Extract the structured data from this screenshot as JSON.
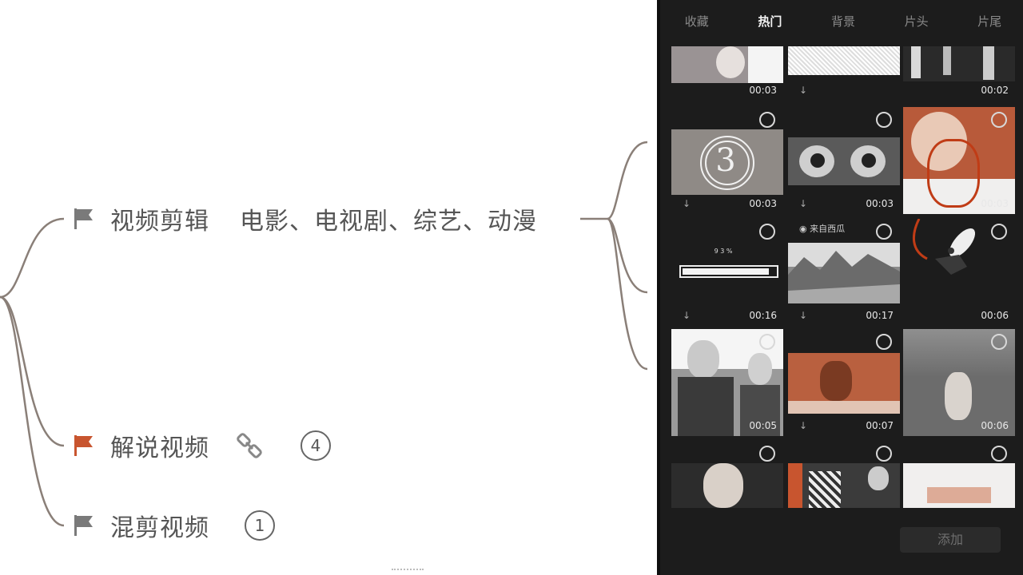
{
  "mindmap": {
    "nodes": [
      {
        "label": "视频剪辑",
        "extra": "电影、电视剧、综艺、动漫",
        "flag_color": "#7a7a7a"
      },
      {
        "label": "解说视频",
        "badge": "4",
        "flag_color": "#c8552f",
        "has_link_icon": true
      },
      {
        "label": "混剪视频",
        "badge": "1",
        "flag_color": "#7a7a7a"
      }
    ]
  },
  "phone": {
    "tabs": [
      {
        "label": "收藏",
        "active": false
      },
      {
        "label": "热门",
        "active": true
      },
      {
        "label": "背景",
        "active": false
      },
      {
        "label": "片头",
        "active": false
      },
      {
        "label": "片尾",
        "active": false
      }
    ],
    "clips": [
      {
        "duration": "00:03",
        "style": "portrait"
      },
      {
        "duration": "",
        "style": "checker"
      },
      {
        "duration": "00:02",
        "style": "suits"
      },
      {
        "duration": "00:03",
        "style": "countdown",
        "countdown_digit": "3"
      },
      {
        "duration": "00:03",
        "style": "eyes"
      },
      {
        "duration": "00:03",
        "style": "laugh"
      },
      {
        "duration": "00:16",
        "style": "loading",
        "progress_text": "9 3 %",
        "progress": 0.93
      },
      {
        "duration": "00:17",
        "style": "landscape",
        "source": "来自西瓜"
      },
      {
        "duration": "00:06",
        "style": "rocket"
      },
      {
        "duration": "00:05",
        "style": "people"
      },
      {
        "duration": "00:07",
        "style": "dog"
      },
      {
        "duration": "00:06",
        "style": "mist"
      },
      {
        "duration": "",
        "style": "face"
      },
      {
        "duration": "",
        "style": "crowd"
      },
      {
        "duration": "",
        "style": "snow"
      }
    ],
    "add_button": "添加"
  },
  "colors": {
    "accent_orange": "#c8552f",
    "panel_bg": "#1c1c1c",
    "branch_line": "#8a7f78"
  }
}
